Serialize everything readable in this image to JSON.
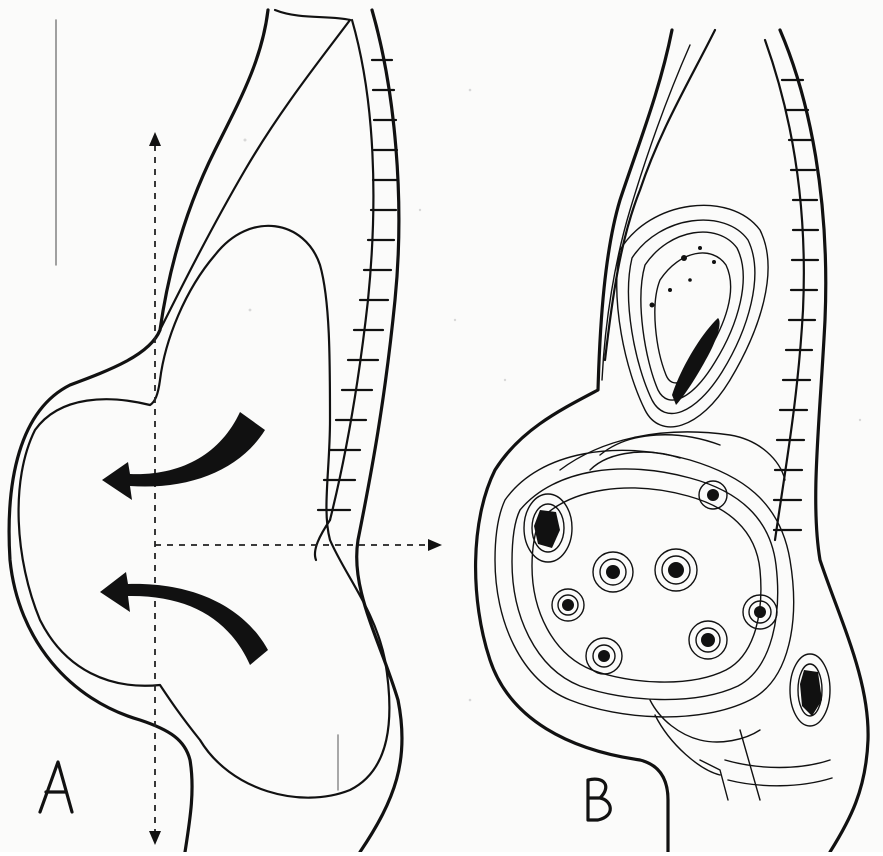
{
  "figure": {
    "panels": [
      {
        "id": "A",
        "label": "A"
      },
      {
        "id": "B",
        "label": "B"
      }
    ]
  },
  "colors": {
    "ink": "#111111",
    "paper": "#fbfbfa",
    "arrow_fill": "#111111"
  }
}
